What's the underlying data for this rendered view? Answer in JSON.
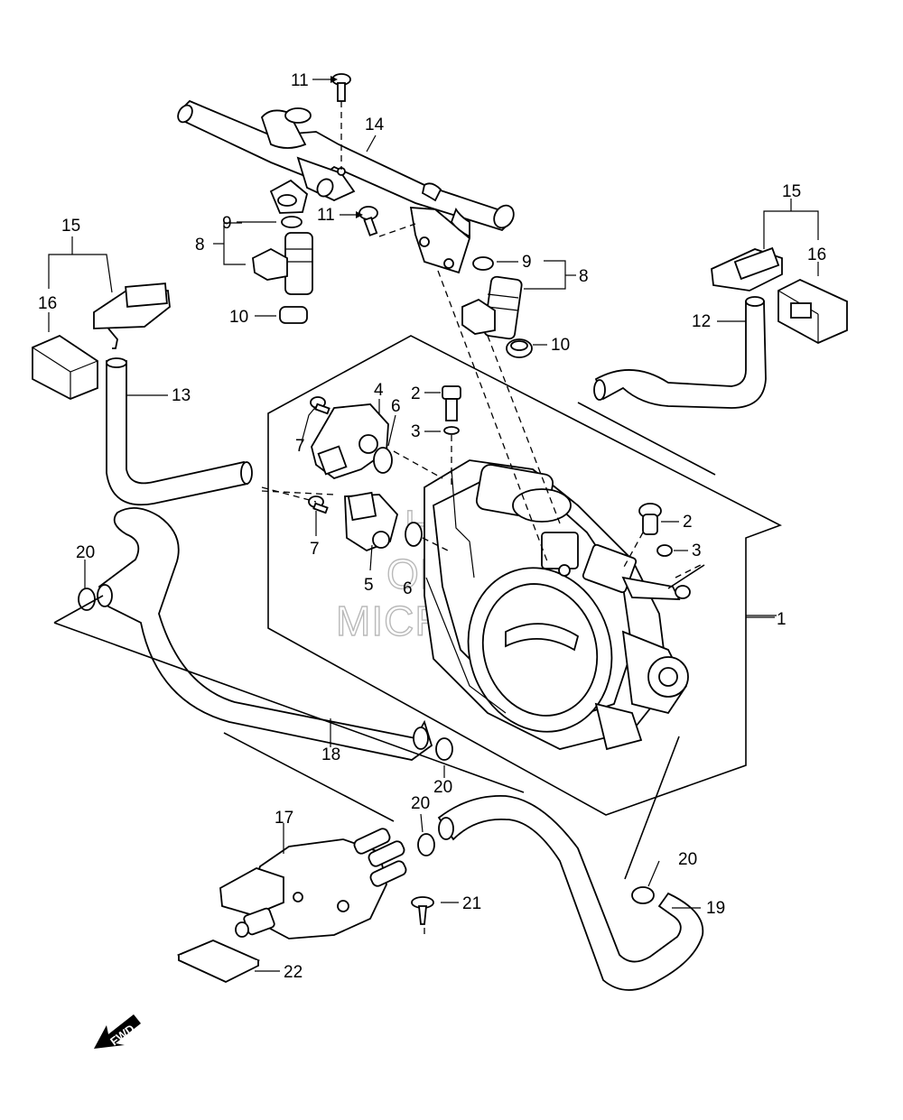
{
  "watermark": {
    "line1": "HHSM",
    "line2": "ONLINE",
    "line3": "MICROFICHE",
    "color": "#b9b9b9"
  },
  "direction_label": "FWD",
  "callouts": {
    "c1": "1",
    "c2a": "2",
    "c2b": "2",
    "c3a": "3",
    "c3b": "3",
    "c4": "4",
    "c5": "5",
    "c6a": "6",
    "c6b": "6",
    "c7a": "7",
    "c7b": "7",
    "c8a": "8",
    "c8b": "8",
    "c9a": "9",
    "c9b": "9",
    "c10a": "10",
    "c10b": "10",
    "c11a": "11",
    "c11b": "11",
    "c12": "12",
    "c13": "13",
    "c14": "14",
    "c15a": "15",
    "c15b": "15",
    "c16a": "16",
    "c16b": "16",
    "c17": "17",
    "c18": "18",
    "c19": "19",
    "c20a": "20",
    "c20b": "20",
    "c20c": "20",
    "c20d": "20",
    "c21": "21",
    "c22": "22"
  }
}
